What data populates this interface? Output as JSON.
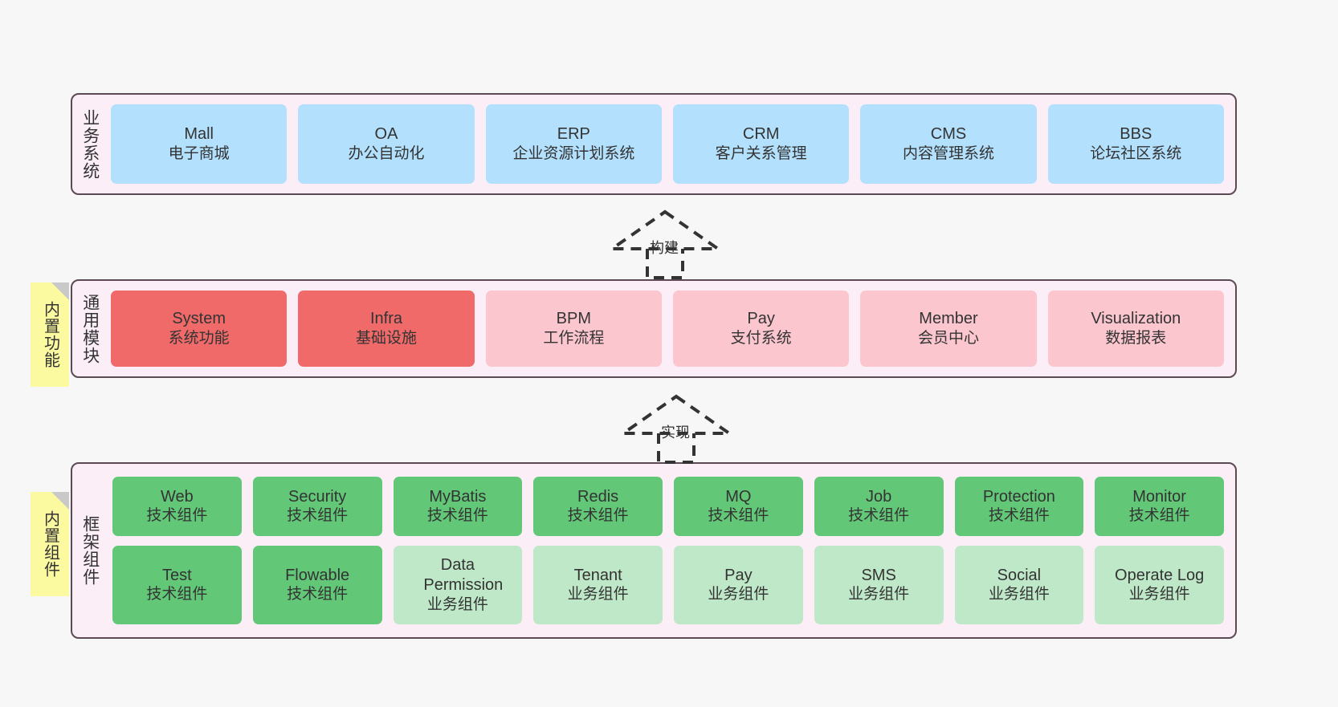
{
  "diagram": {
    "background_color": "#f7f7f7",
    "layer_fill": "#fbeef7",
    "layer_border": "#5c4a53",
    "note_color": "#fcfaa0",
    "colors": {
      "blue": "#b3e0fc",
      "red": "#f06a6a",
      "pink": "#fbc6ce",
      "green": "#62c878",
      "lightgreen": "#bfe8c8"
    }
  },
  "layers": [
    {
      "id": "business-systems",
      "title": "业务系统",
      "boxes": [
        {
          "en": "Mall",
          "cn": "电子商城",
          "color": "blue"
        },
        {
          "en": "OA",
          "cn": "办公自动化",
          "color": "blue"
        },
        {
          "en": "ERP",
          "cn": "企业资源计划系统",
          "color": "blue"
        },
        {
          "en": "CRM",
          "cn": "客户关系管理",
          "color": "blue"
        },
        {
          "en": "CMS",
          "cn": "内容管理系统",
          "color": "blue"
        },
        {
          "en": "BBS",
          "cn": "论坛社区系统",
          "color": "blue"
        }
      ]
    },
    {
      "id": "common-modules",
      "title": "通用模块",
      "note": "内置功能",
      "boxes": [
        {
          "en": "System",
          "cn": "系统功能",
          "color": "red"
        },
        {
          "en": "Infra",
          "cn": "基础设施",
          "color": "red"
        },
        {
          "en": "BPM",
          "cn": "工作流程",
          "color": "pink"
        },
        {
          "en": "Pay",
          "cn": "支付系统",
          "color": "pink"
        },
        {
          "en": "Member",
          "cn": "会员中心",
          "color": "pink"
        },
        {
          "en": "Visualization",
          "cn": "数据报表",
          "color": "pink"
        }
      ]
    },
    {
      "id": "framework-components",
      "title": "框架组件",
      "note": "内置组件",
      "rows": [
        [
          {
            "en": "Web",
            "cn": "技术组件",
            "color": "green"
          },
          {
            "en": "Security",
            "cn": "技术组件",
            "color": "green"
          },
          {
            "en": "MyBatis",
            "cn": "技术组件",
            "color": "green"
          },
          {
            "en": "Redis",
            "cn": "技术组件",
            "color": "green"
          },
          {
            "en": "MQ",
            "cn": "技术组件",
            "color": "green"
          },
          {
            "en": "Job",
            "cn": "技术组件",
            "color": "green"
          },
          {
            "en": "Protection",
            "cn": "技术组件",
            "color": "green"
          },
          {
            "en": "Monitor",
            "cn": "技术组件",
            "color": "green"
          }
        ],
        [
          {
            "en": "Test",
            "cn": "技术组件",
            "color": "green"
          },
          {
            "en": "Flowable",
            "cn": "技术组件",
            "color": "green"
          },
          {
            "en": "Data Permission",
            "cn": "业务组件",
            "color": "lightgreen"
          },
          {
            "en": "Tenant",
            "cn": "业务组件",
            "color": "lightgreen"
          },
          {
            "en": "Pay",
            "cn": "业务组件",
            "color": "lightgreen"
          },
          {
            "en": "SMS",
            "cn": "业务组件",
            "color": "lightgreen"
          },
          {
            "en": "Social",
            "cn": "业务组件",
            "color": "lightgreen"
          },
          {
            "en": "Operate Log",
            "cn": "业务组件",
            "color": "lightgreen"
          }
        ]
      ]
    }
  ],
  "arrows": [
    {
      "id": "build",
      "label": "构建"
    },
    {
      "id": "implement",
      "label": "实现"
    }
  ]
}
